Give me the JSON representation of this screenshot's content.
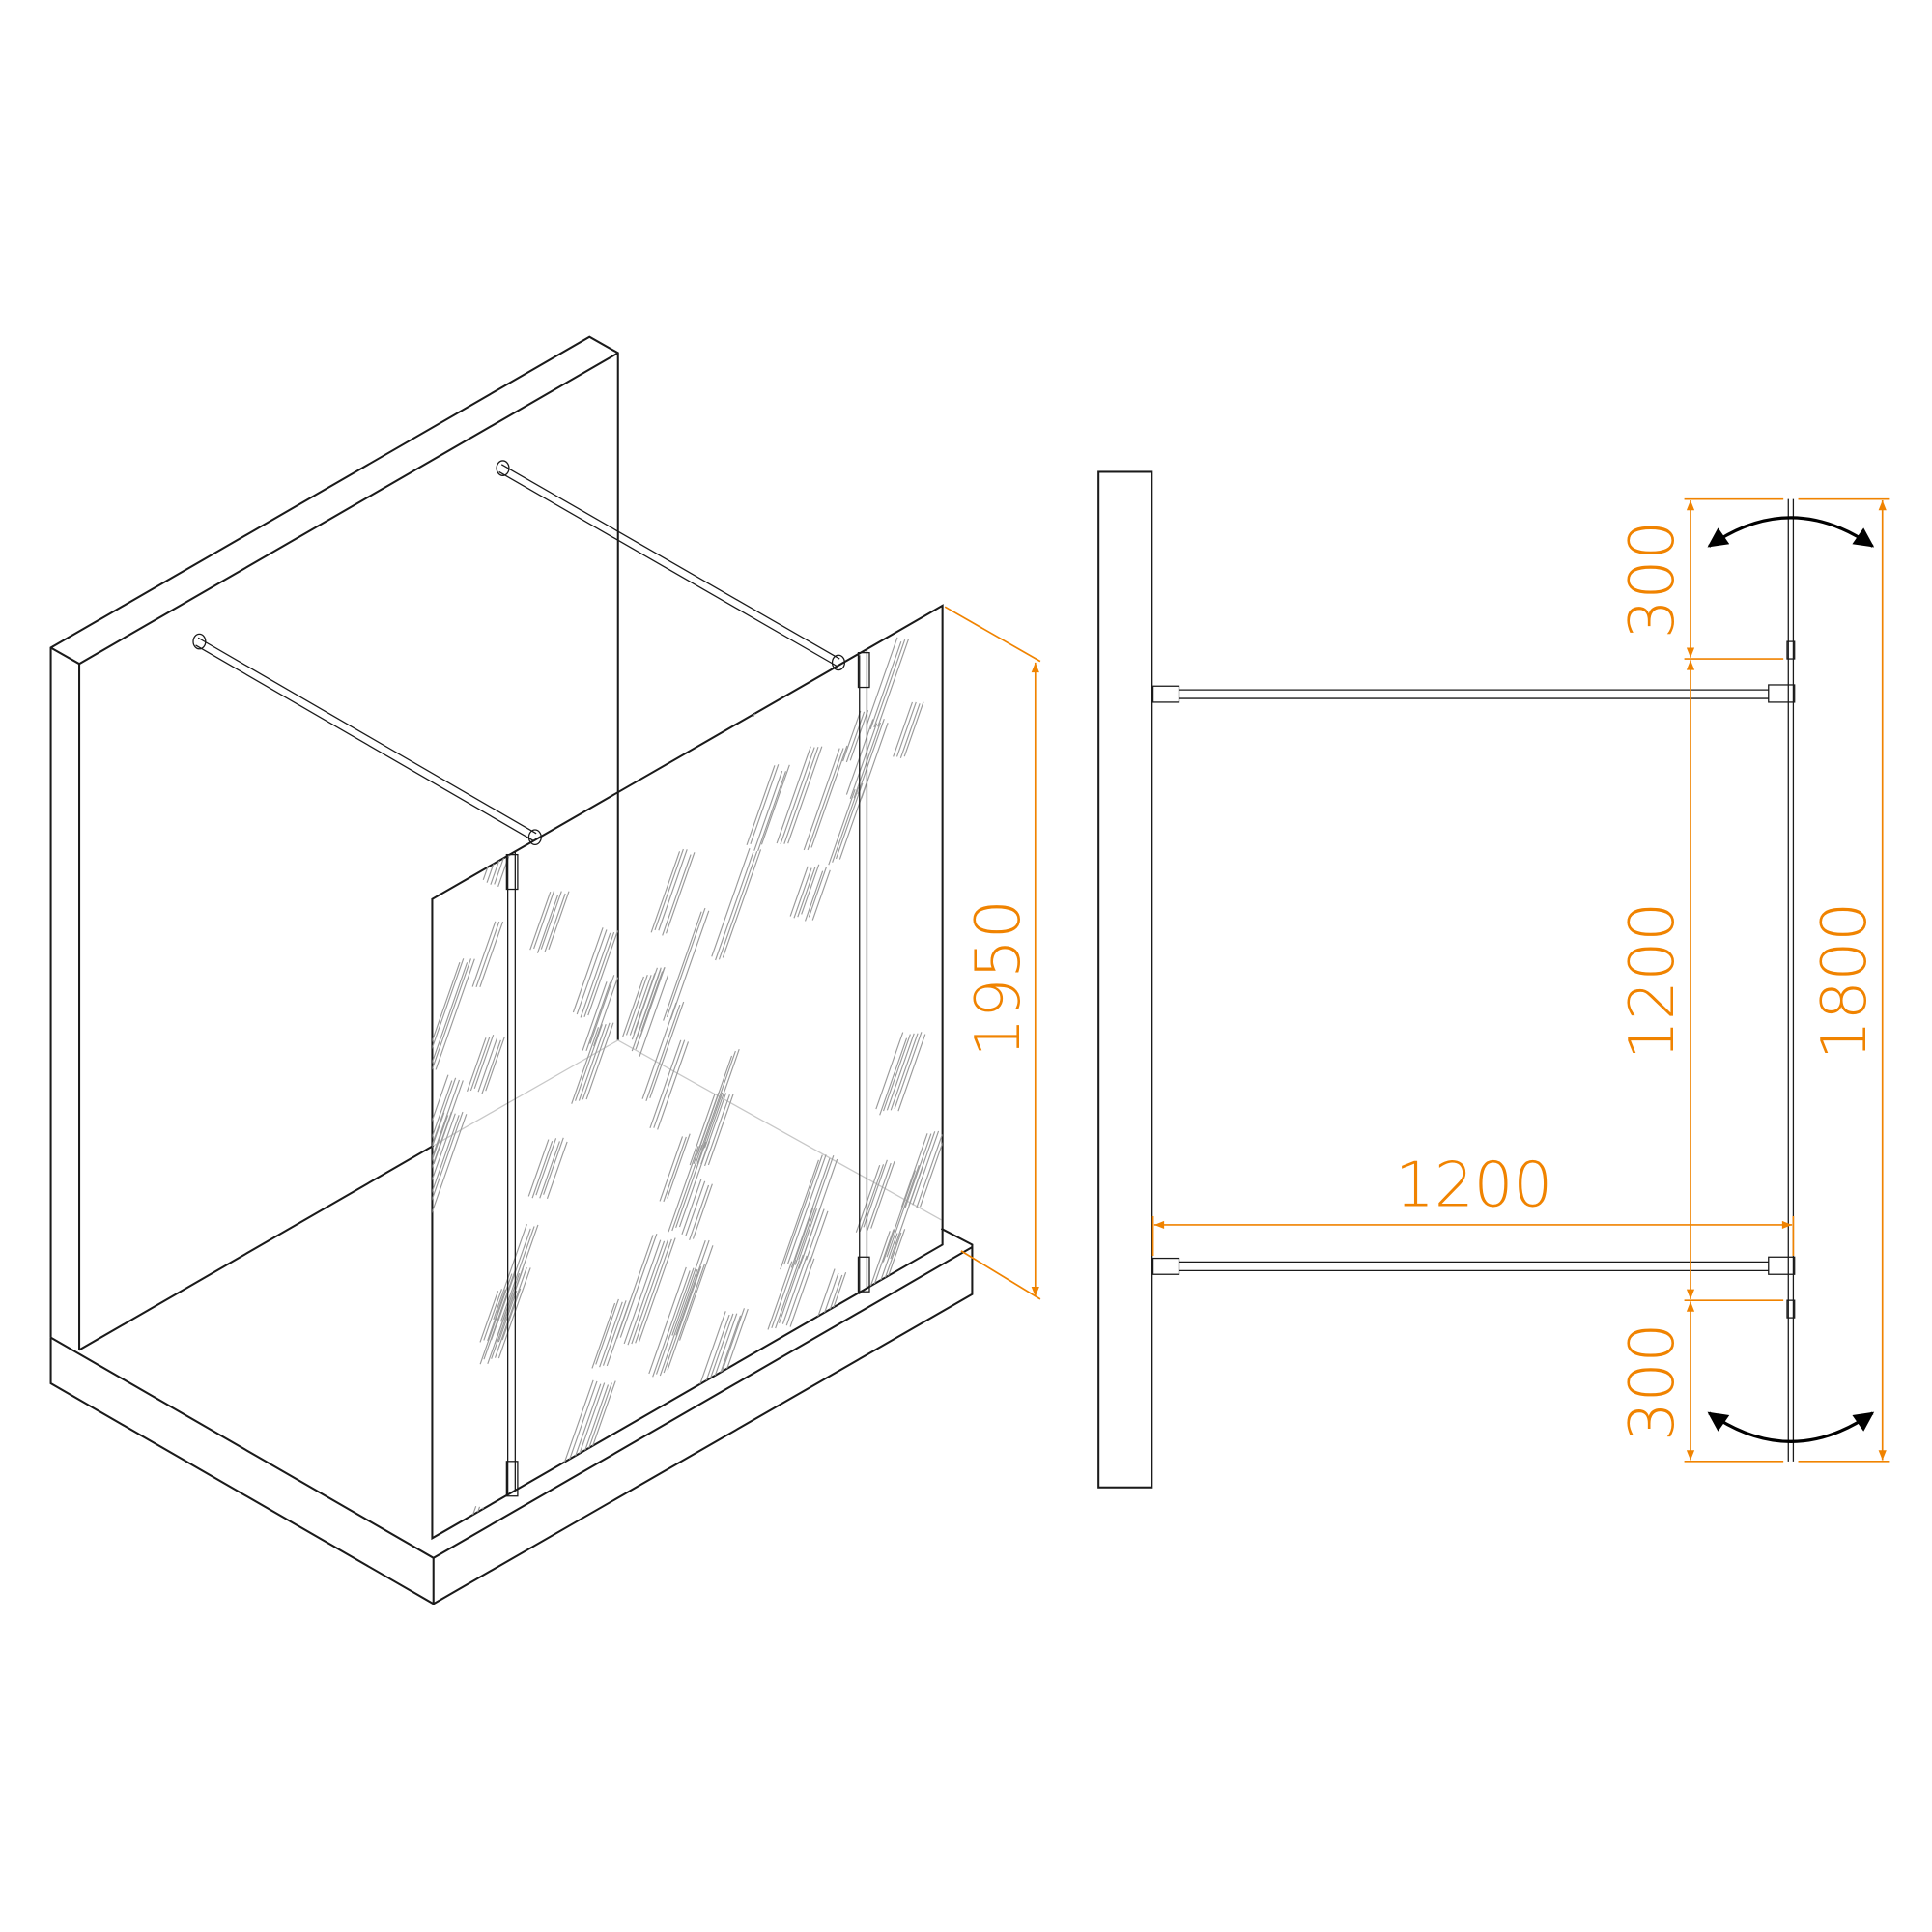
{
  "title": "Walk-in shower screen dimensions",
  "colors": {
    "dimension": "#f08300",
    "line": "#1a1a1a"
  },
  "iso_view": {
    "height_label": "1950"
  },
  "plan_view": {
    "top_swing_label": "300",
    "middle_label": "1200",
    "bottom_swing_label": "300",
    "total_length_label": "1800",
    "depth_label": "1200"
  }
}
